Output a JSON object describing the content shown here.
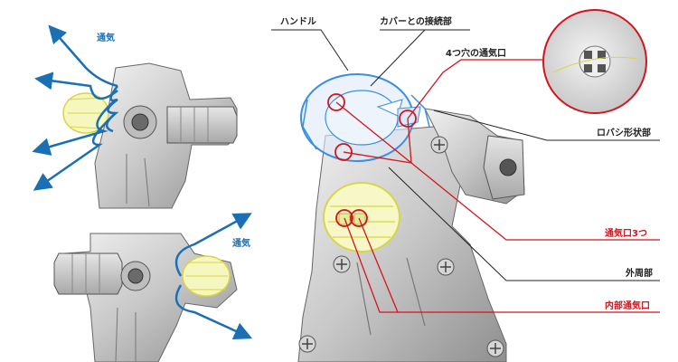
{
  "labels": {
    "handle": "ハンドル",
    "cover_joint": "カバーとの接続部",
    "four_hole_vent": "4つ穴の通気口",
    "lobashi_shape": "ロバシ形状部",
    "vent_three": "通気口3つ",
    "outer_periphery": "外周部",
    "inner_vent": "内部通気口"
  },
  "airflow": {
    "top_left": "通気",
    "bottom_left": "通気"
  },
  "colors": {
    "label_text": "#222222",
    "red_callout": "#d4141c",
    "blue_airflow": "#1a6fb5",
    "blue_highlight": "#3a8fe0",
    "yellow_highlight": "#e8e84a",
    "part_gray": "#c9c9c9"
  }
}
